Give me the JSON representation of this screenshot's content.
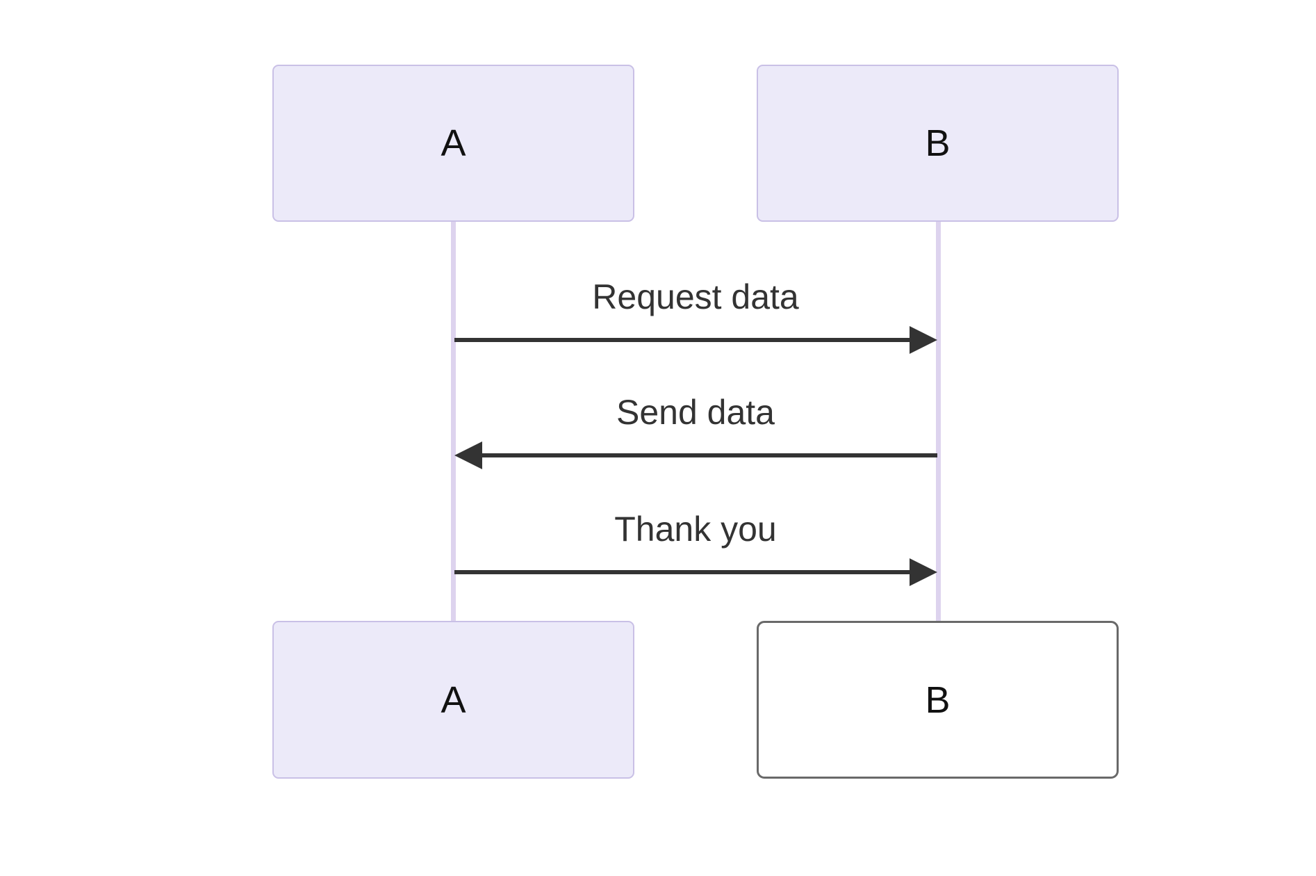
{
  "diagram": {
    "type": "sequence",
    "actors": {
      "top": [
        {
          "label": "A"
        },
        {
          "label": "B"
        }
      ],
      "bottom": [
        {
          "label": "A"
        },
        {
          "label": "B"
        }
      ]
    },
    "messages": [
      {
        "from": "A",
        "to": "B",
        "direction": "right",
        "label": "Request data"
      },
      {
        "from": "B",
        "to": "A",
        "direction": "left",
        "label": "Send data"
      },
      {
        "from": "A",
        "to": "B",
        "direction": "right",
        "label": "Thank you"
      }
    ],
    "colors": {
      "background": "#ffffff",
      "actor_fill": "#eceaf9",
      "actor_border": "#c9c0e6",
      "actor_bottom_b_fill": "#ffffff",
      "actor_bottom_b_border": "#696969",
      "lifeline": "#ddd3ee",
      "arrow": "#333333",
      "message_text": "#333333",
      "actor_text": "#111111"
    }
  }
}
